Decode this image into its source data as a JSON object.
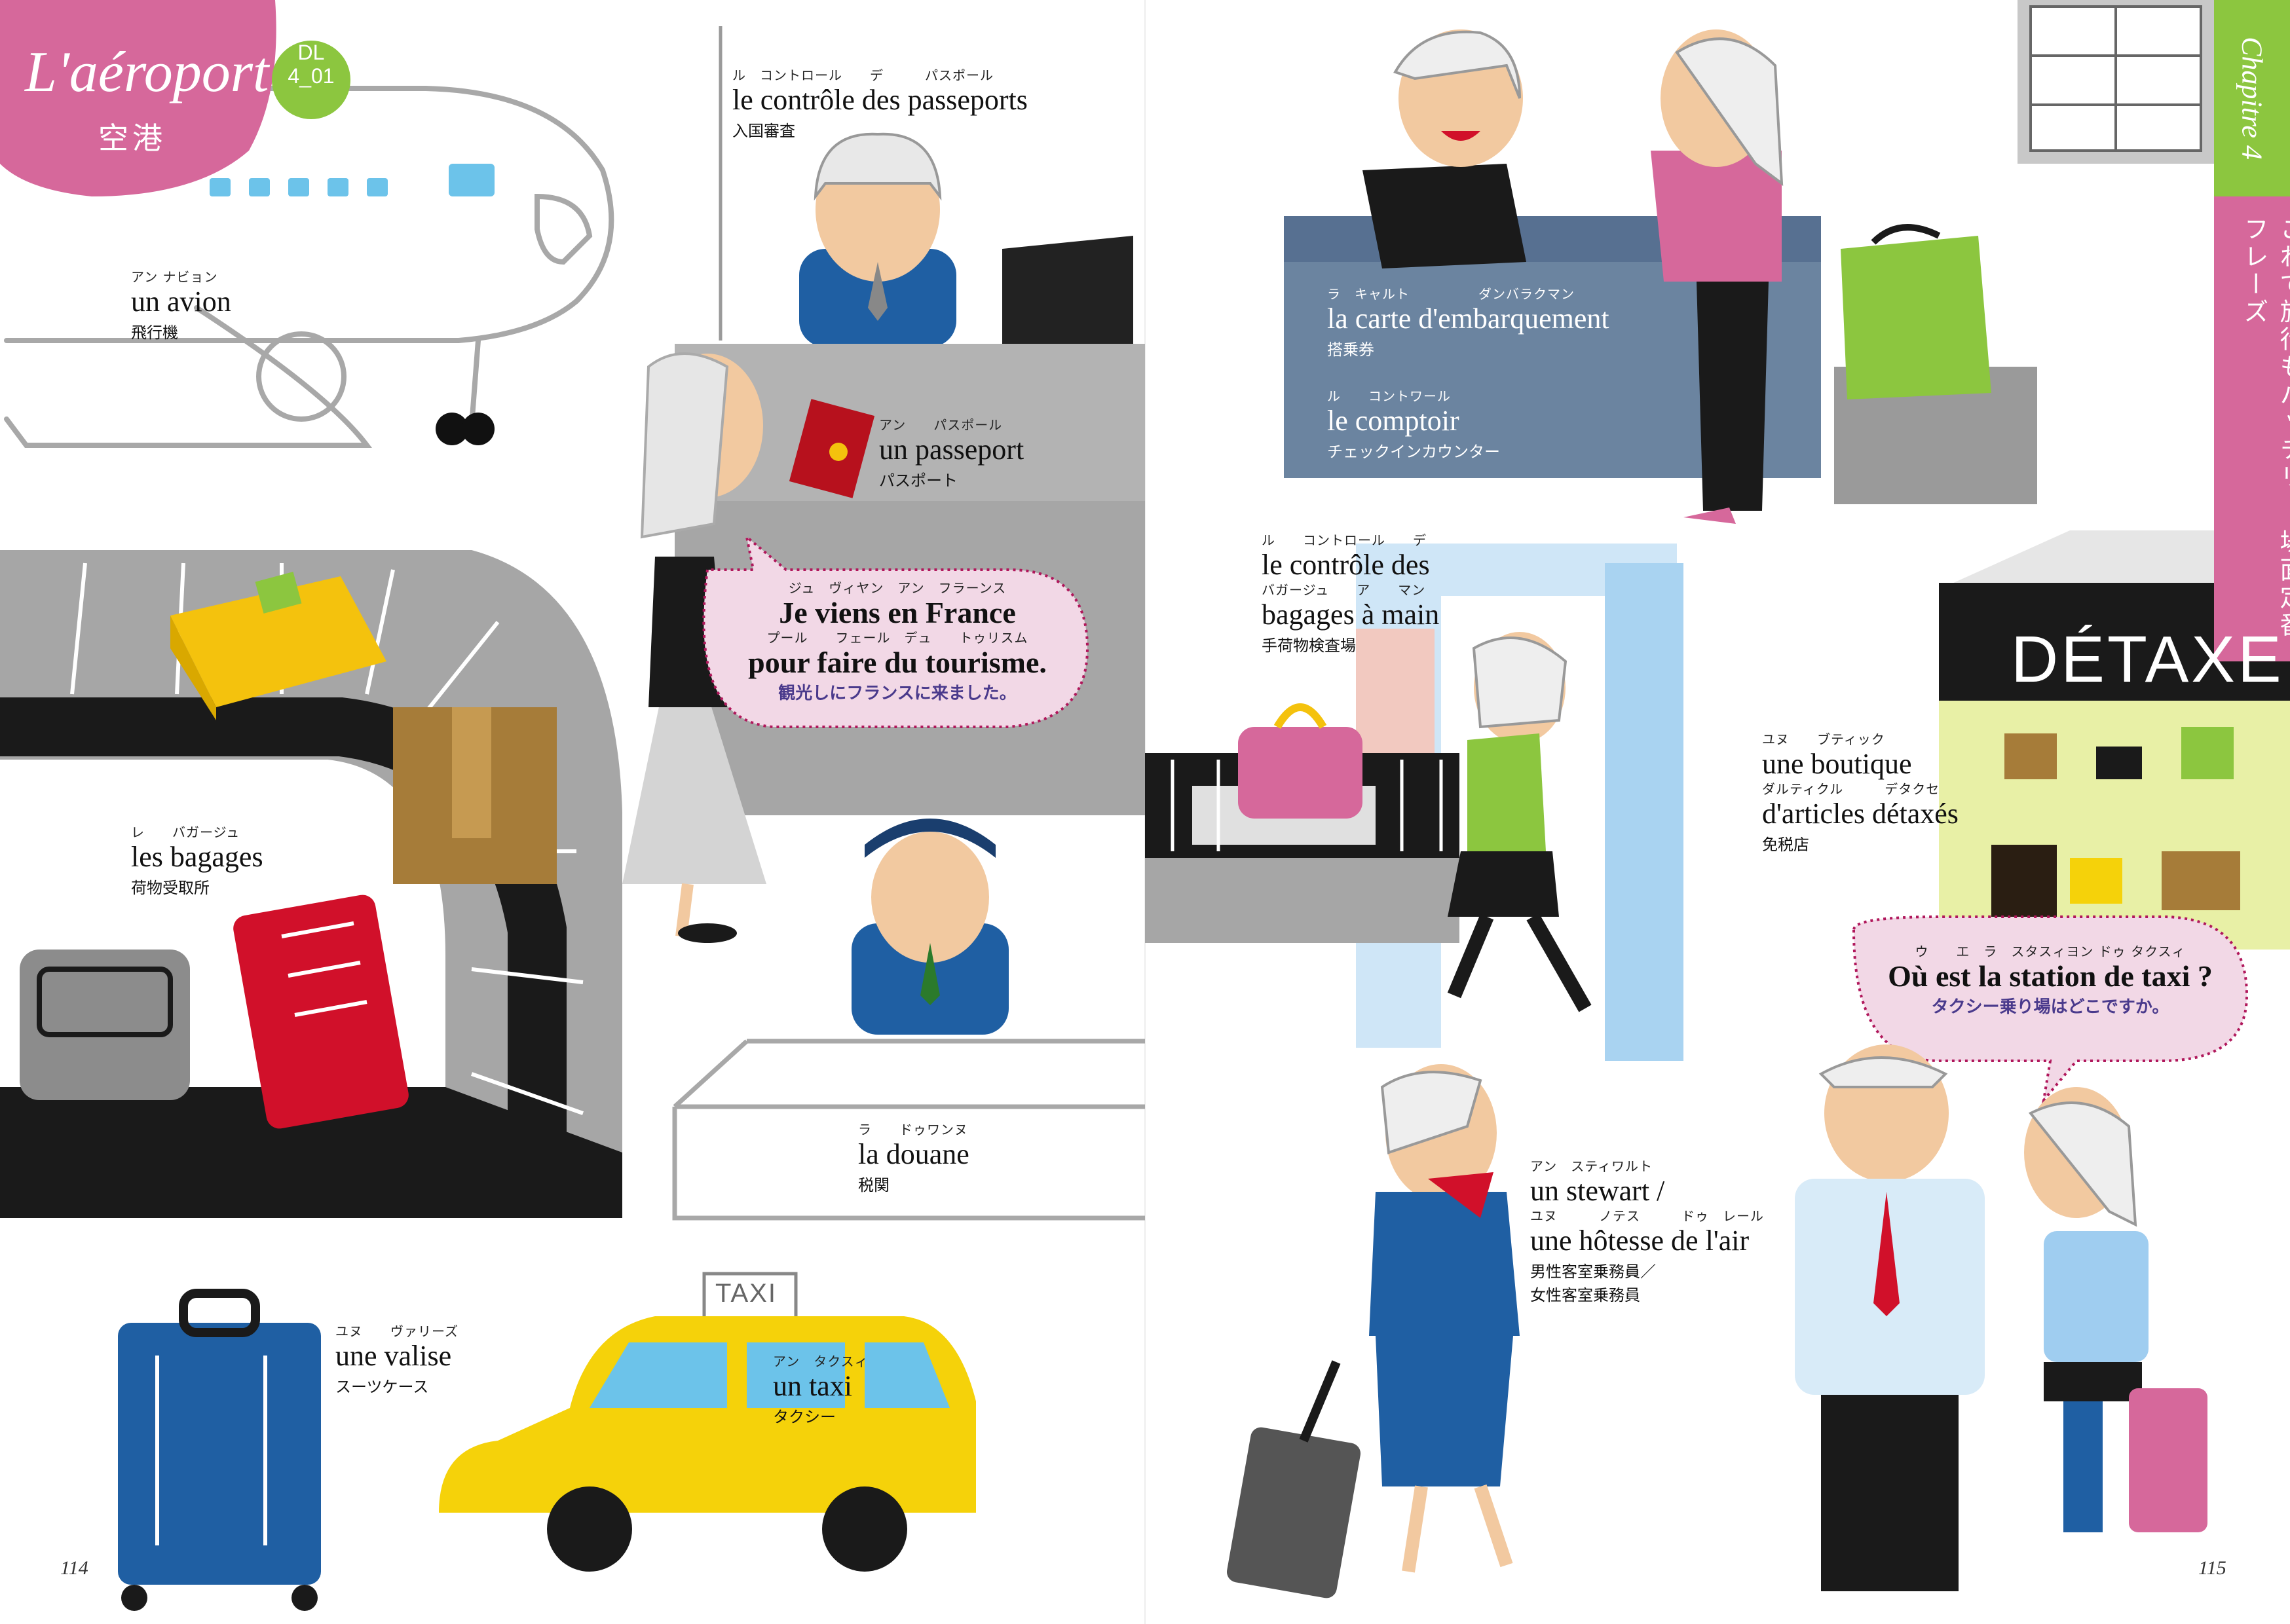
{
  "header": {
    "title_fr": "L'aéroport",
    "title_jp": "空港",
    "dl_line1": "DL",
    "dl_line2": "4_01"
  },
  "sidebar": {
    "chapter": "Chapitre 4",
    "description": "これで旅行もバッチリ！ 場面定番フレーズ"
  },
  "vocab": {
    "avion": {
      "ruby": "アン ナビョン",
      "fr": "un avion",
      "jp": "飛行機"
    },
    "controle_passeports": {
      "ruby": "ル　コントロール　　デ　　　パスポール",
      "fr": "le contrôle des passeports",
      "jp": "入国審査"
    },
    "passeport": {
      "ruby": "アン　　パスポール",
      "fr": "un passeport",
      "jp": "パスポート"
    },
    "bagages": {
      "ruby": "レ　　バガージュ",
      "fr": "les bagages",
      "jp": "荷物受取所"
    },
    "douane": {
      "ruby": "ラ　　ドゥワンヌ",
      "fr": "la douane",
      "jp": "税関"
    },
    "valise": {
      "ruby": "ユヌ　　ヴァリーズ",
      "fr": "une valise",
      "jp": "スーツケース"
    },
    "taxi": {
      "ruby": "アン　タクスィ",
      "fr": "un taxi",
      "jp": "タクシー"
    },
    "carte": {
      "ruby": "ラ　キャルト　　　　　ダンバラクマン",
      "fr": "la carte d'embarquement",
      "jp": "搭乗券"
    },
    "comptoir": {
      "ruby": "ル　　コントワール",
      "fr": "le comptoir",
      "jp": "チェックインカウンター"
    },
    "controle_bagages": {
      "ruby": "ル　　コントロール　　デ",
      "fr": "le contrôle des",
      "ruby2": "バガージュ　　ア　　マン",
      "fr2": "bagages à main",
      "jp": "手荷物検査場"
    },
    "boutique": {
      "ruby": "ユヌ　　ブティック",
      "fr": "une boutique",
      "ruby2": "ダルティクル　　　デタクセ",
      "fr2": "d'articles détaxés",
      "jp": "免税店"
    },
    "stewart": {
      "ruby": "アン　スティワルト",
      "fr": "un stewart /",
      "ruby2": "ユヌ　　　ノテス　　　ドゥ　レール",
      "fr2": "une hôtesse de l'air",
      "jp": "男性客室乗務員／",
      "jp2": "女性客室乗務員"
    }
  },
  "bubbles": {
    "france": {
      "ruby": "ジュ　ヴィヤン　アン　フラーンス",
      "fr": "Je viens en France",
      "ruby2": "プール　　フェール　デュ　　トゥリスム",
      "fr2": "pour faire du tourisme.",
      "jp": "観光しにフランスに来ました。"
    },
    "taxi": {
      "ruby": "ウ　　エ　ラ　スタスィヨン ドゥ タクスィ",
      "fr": "Où est la station de taxi ?",
      "jp": "タクシー乗り場はどこですか。"
    }
  },
  "signs": {
    "detaxe": "DÉTAXE",
    "taxi": "TAXI"
  },
  "pages": {
    "left": "114",
    "right": "115"
  },
  "colors": {
    "pink": "#d6689b",
    "green": "#8cc63f",
    "gray_floor": "#a6a6a6",
    "counter_slate": "#6b84a0",
    "taxi_yellow": "#f5d20a",
    "suit_blue": "#1f5fa3",
    "bubble_pink": "#f2d8e6",
    "belt_black": "#1a1a1a"
  }
}
